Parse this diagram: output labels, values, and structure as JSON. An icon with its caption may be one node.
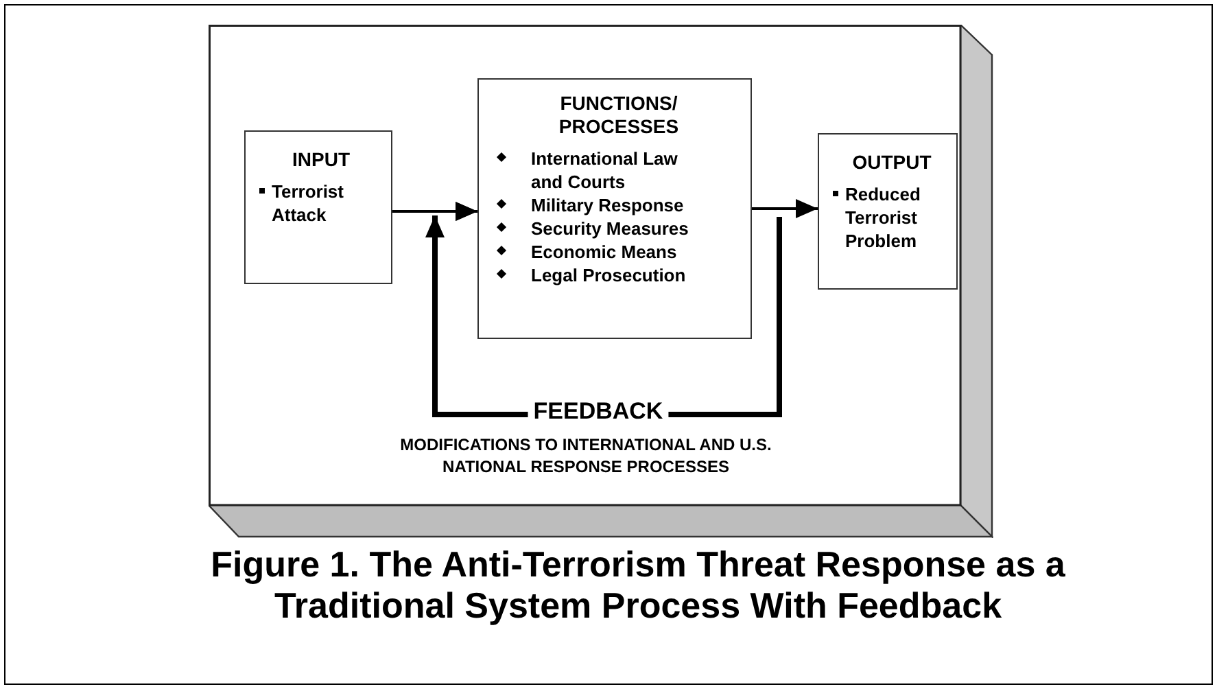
{
  "diagram": {
    "caption": "Figure 1. The Anti-Terrorism Threat Response as a Traditional System Process With Feedback",
    "nodes": [
      {
        "text": [
          "MODIFICATIONS TO INTERNATIONAL AND U.S. NATIONAL RESPONSE PROCESSES"
        ]
      },
      {
        "text": [
          "INPUT",
          "Terrorist Attack"
        ],
        "in": 0
      },
      {
        "text": [
          "FUNCTIONS/ PROCESSES",
          "International Law and Courts",
          "Military Response",
          "Security Measures",
          "Economic Means",
          "Legal Prosecution"
        ],
        "in": 0
      },
      {
        "text": [
          "OUTPUT",
          "Reduced Terrorist Problem"
        ],
        "in": 0
      },
      {
        "text": [
          "FEEDBACK"
        ],
        "in": 0
      }
    ],
    "edges": [
      {
        "from": 1,
        "to": 2,
        "arrow": "to"
      },
      {
        "from": 2,
        "to": 3,
        "arrow": "to"
      },
      {
        "from": null,
        "to": 4,
        "arrow": "none",
        "style": "thick"
      },
      {
        "from": 4,
        "to": 2,
        "arrow": "to",
        "style": "thick"
      }
    ]
  }
}
